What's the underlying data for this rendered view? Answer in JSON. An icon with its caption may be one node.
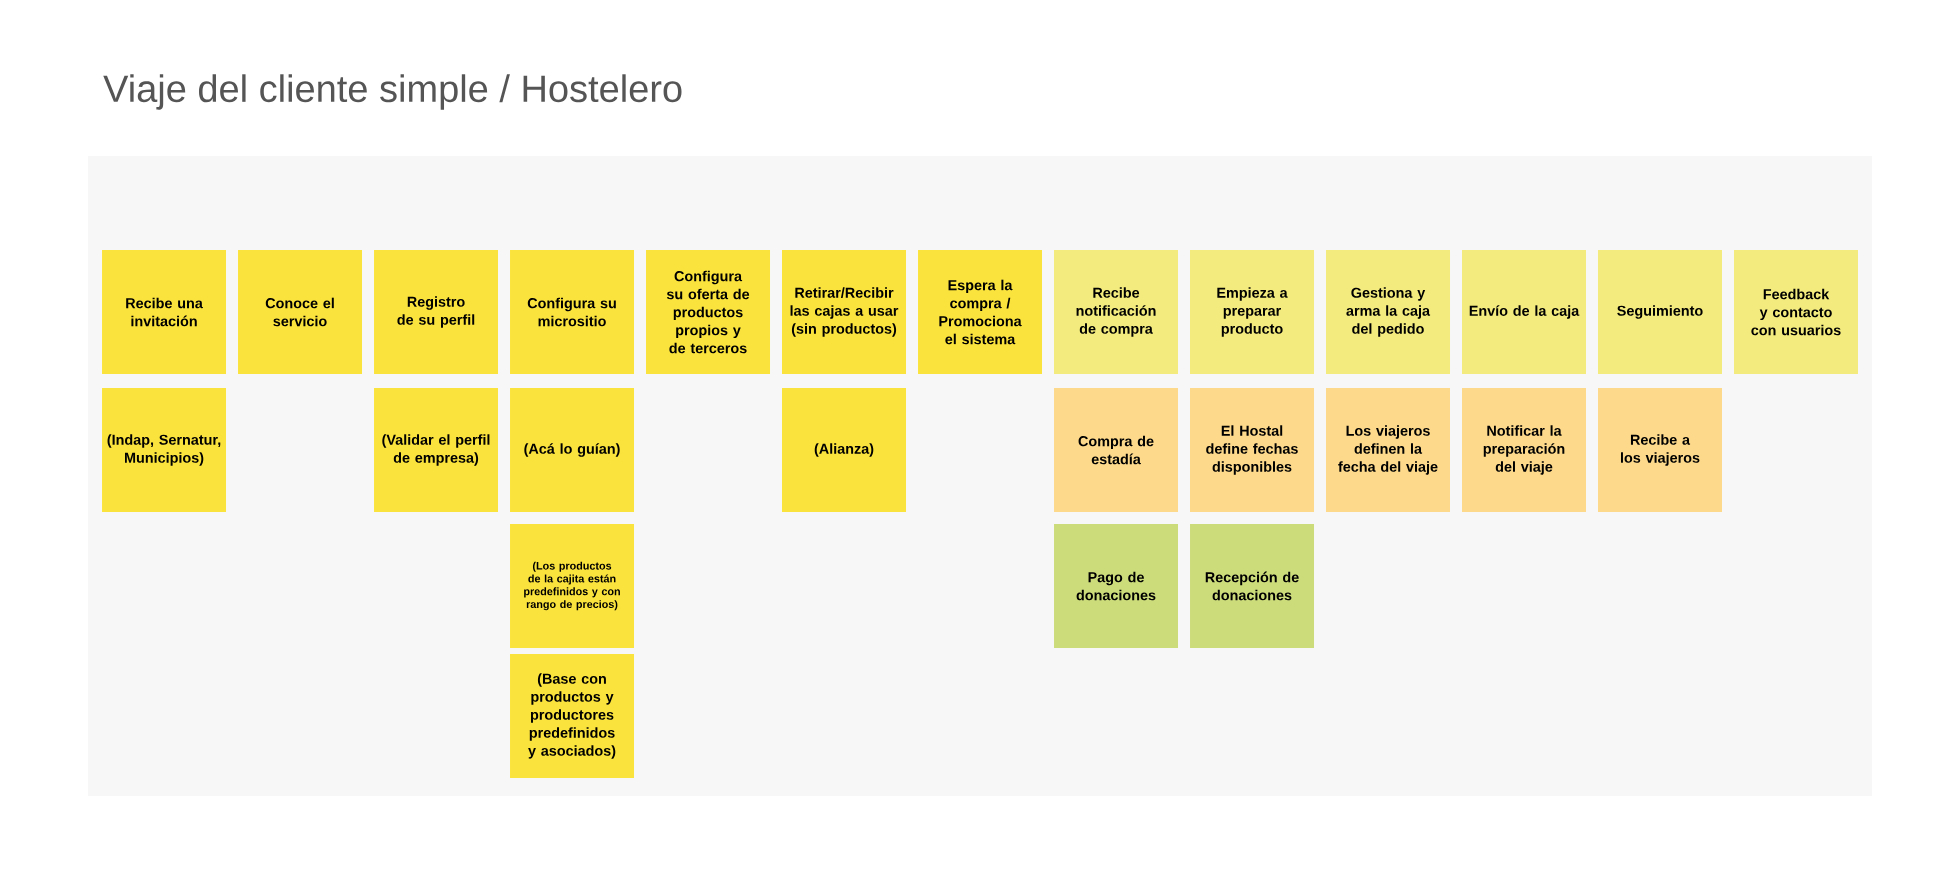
{
  "diagram": {
    "title": "Viaje del cliente simple / Hostelero",
    "nodes": [
      {
        "text": [
          "Recibe una invitación"
        ]
      },
      {
        "text": [
          "(Indap, Sernatur, Municipios)"
        ]
      },
      {
        "text": [
          "Conoce el servicio"
        ]
      },
      {
        "text": [
          "Registro de su perfil"
        ]
      },
      {
        "text": [
          "(Validar el perfil de empresa)"
        ]
      },
      {
        "text": [
          "Configura su micrositio"
        ]
      },
      {
        "text": [
          "(Acá lo guían)"
        ]
      },
      {
        "text": [
          "(Los productos de la cajita están predefinidos y con rango de precios)"
        ]
      },
      {
        "text": [
          "(Base con productos y productores predefinidos y asociados)"
        ]
      },
      {
        "text": [
          "Configura su oferta de productos propios y de terceros"
        ]
      },
      {
        "text": [
          "Retirar/Recibir las cajas a usar (sin productos)"
        ]
      },
      {
        "text": [
          "(Alianza)"
        ]
      },
      {
        "text": [
          "Espera la compra / Promociona el sistema"
        ]
      },
      {
        "text": [
          "Recibe notificación de compra"
        ]
      },
      {
        "text": [
          "Compra de estadía"
        ]
      },
      {
        "text": [
          "Pago de donaciones"
        ]
      },
      {
        "text": [
          "Empieza a preparar producto"
        ]
      },
      {
        "text": [
          "El Hostal define fechas disponibles"
        ]
      },
      {
        "text": [
          "Recepción de donaciones"
        ]
      },
      {
        "text": [
          "Gestiona y arma la caja del pedido"
        ]
      },
      {
        "text": [
          "Los viajeros definen la fecha del viaje"
        ]
      },
      {
        "text": [
          "Envío de la caja"
        ]
      },
      {
        "text": [
          "Notificar la preparación del viaje"
        ]
      },
      {
        "text": [
          "Seguimiento"
        ]
      },
      {
        "text": [
          "Recibe a los viajeros"
        ]
      },
      {
        "text": [
          "Feedback y contacto con usuarios"
        ]
      }
    ]
  }
}
